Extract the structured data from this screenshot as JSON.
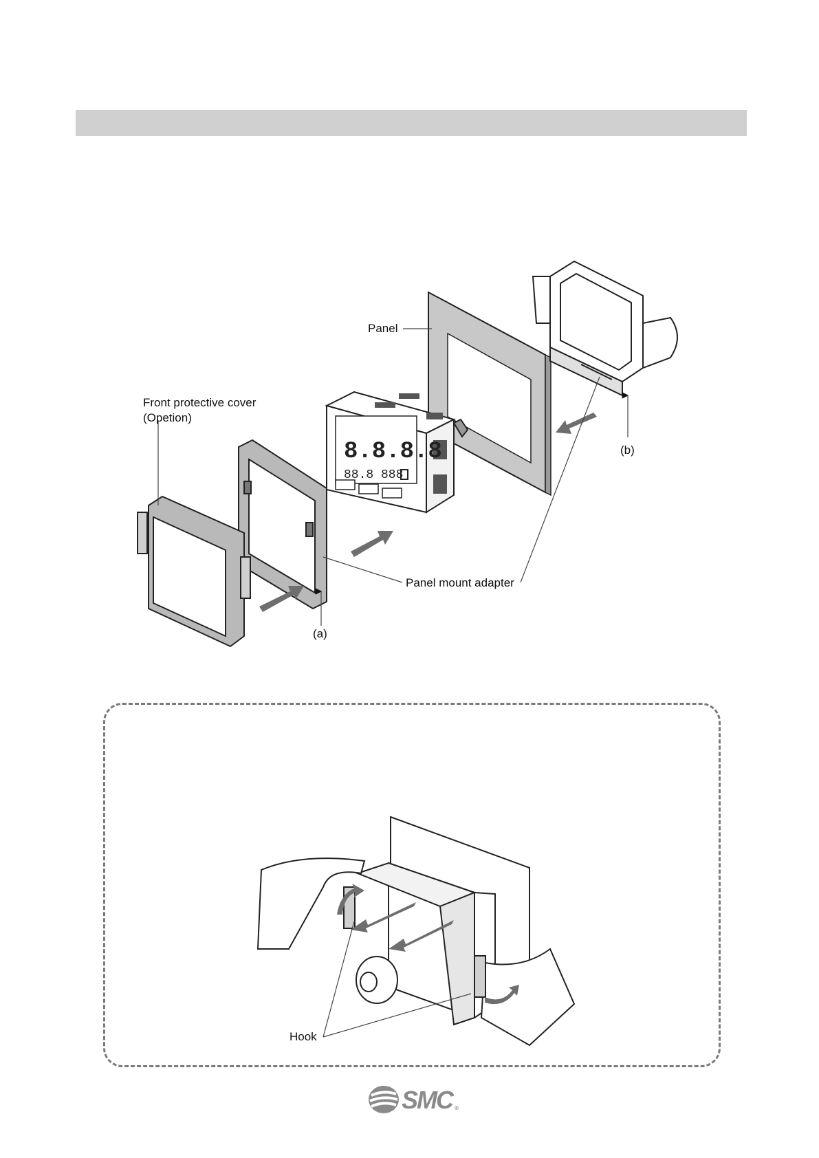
{
  "section_bar": "",
  "figure1": {
    "labels": {
      "panel": "Panel",
      "front_cover_line1": "Front protective cover",
      "front_cover_line2": "(Opetion)",
      "panel_mount_adapter": "Panel mount adapter",
      "mark_a": "(a)",
      "mark_b": "(b)"
    }
  },
  "figure2": {
    "labels": {
      "hook": "Hook"
    }
  },
  "footer": {
    "logo_text": "SMC",
    "logo_mark": "®"
  },
  "colors": {
    "header_bar": "#d0d0d0",
    "panel_gray": "#c8c8c8",
    "arrow_gray": "#6e6e6e",
    "dash_border": "#7a7a7a",
    "logo_gray": "#8a8a8a"
  }
}
